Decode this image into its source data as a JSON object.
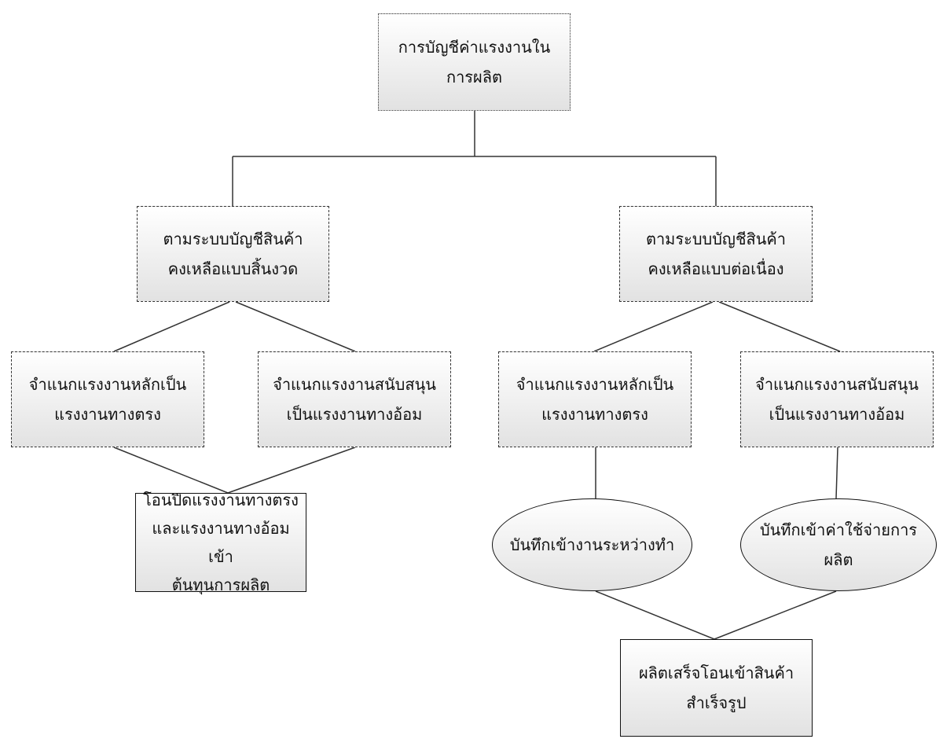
{
  "diagram": {
    "root": {
      "line1": "การบัญชีค่าแรงงานใน",
      "line2": "การผลิต"
    },
    "periodic_system": {
      "line1": "ตามระบบบัญชีสินค้า",
      "line2": "คงเหลือแบบสิ้นงวด"
    },
    "perpetual_system": {
      "line1": "ตามระบบบัญชีสินค้า",
      "line2": "คงเหลือแบบต่อเนื่อง"
    },
    "periodic_direct": {
      "line1": "จำแนกแรงงานหลักเป็น",
      "line2": "แรงงานทางตรง"
    },
    "periodic_indirect": {
      "line1": "จำแนกแรงงานสนับสนุน",
      "line2": "เป็นแรงงานทางอ้อม"
    },
    "perpetual_direct": {
      "line1": "จำแนกแรงงานหลักเป็น",
      "line2": "แรงงานทางตรง"
    },
    "perpetual_indirect": {
      "line1": "จำแนกแรงงานสนับสนุน",
      "line2": "เป็นแรงงานทางอ้อม"
    },
    "close_to_cost": {
      "line1": "โอนปิดแรงงานทางตรง",
      "line2": "และแรงงานทางอ้อมเข้า",
      "line3": "ต้นทุนการผลิต"
    },
    "record_wip": {
      "line1": "บันทึกเข้างานระหว่างทำ"
    },
    "record_overhead": {
      "line1": "บันทึกเข้าค่าใช้จ่ายการ",
      "line2": "ผลิต"
    },
    "finished_goods": {
      "line1": "ผลิตเสร็จโอนเข้าสินค้า",
      "line2": "สำเร็จรูป"
    }
  },
  "colors": {
    "line": "#333333",
    "box_fill_top": "#ffffff",
    "box_fill_bottom": "#e2e2e2",
    "text": "#111111"
  }
}
